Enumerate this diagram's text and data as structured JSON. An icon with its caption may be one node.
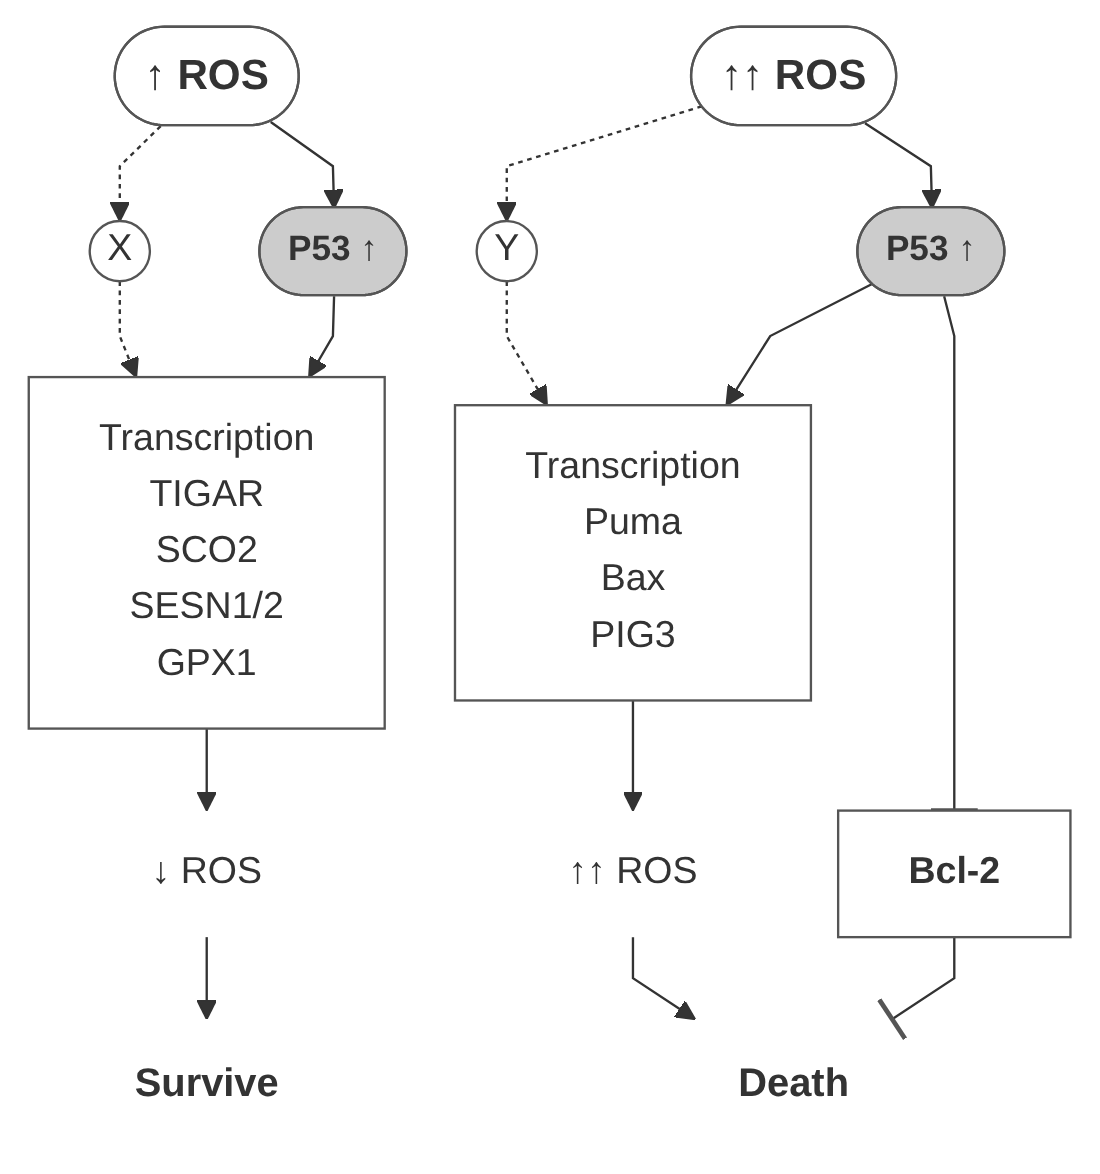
{
  "diagram": {
    "nodes": [
      {
        "text": [
          "↑ ROS"
        ]
      },
      {
        "text": [
          "↑↑ ROS"
        ]
      },
      {
        "text": [
          "P53 ↑"
        ]
      },
      {
        "text": [
          "P53 ↑"
        ]
      },
      {
        "text": [
          "X"
        ]
      },
      {
        "text": [
          "Y"
        ]
      },
      {
        "text": [
          "Transcription",
          "TIGAR",
          "SCO2",
          "SESN1/2",
          "GPX1"
        ]
      },
      {
        "text": [
          "Transcription",
          "Puma",
          "Bax",
          "PIG3"
        ]
      },
      {
        "text": [
          "Bcl-2"
        ]
      },
      {
        "text": [
          "↓ ROS"
        ]
      },
      {
        "text": [
          "↑↑ ROS"
        ]
      },
      {
        "text": [
          "Survive"
        ]
      },
      {
        "text": [
          "Death"
        ]
      }
    ],
    "edges": [
      {
        "from": 0,
        "to": 4,
        "arrow": "to",
        "style": "dashed"
      },
      {
        "from": 0,
        "to": 2,
        "arrow": "to"
      },
      {
        "from": 4,
        "to": 6,
        "arrow": "to",
        "style": "dashed"
      },
      {
        "from": 2,
        "to": 6,
        "arrow": "to"
      },
      {
        "from": 6,
        "to": 9,
        "arrow": "to"
      },
      {
        "from": 9,
        "to": 11,
        "arrow": "to"
      },
      {
        "from": 1,
        "to": 5,
        "arrow": "to",
        "style": "dashed"
      },
      {
        "from": 1,
        "to": 3,
        "arrow": "to"
      },
      {
        "from": 5,
        "to": 7,
        "arrow": "to",
        "style": "dashed"
      },
      {
        "from": 3,
        "to": 7,
        "arrow": "to"
      },
      {
        "from": 7,
        "to": 10,
        "arrow": "to"
      },
      {
        "from": 10,
        "to": 12,
        "arrow": "to"
      },
      {
        "from": 3,
        "to": 8,
        "arrow": "other"
      },
      {
        "from": 8,
        "to": 12,
        "arrow": "other"
      }
    ]
  }
}
